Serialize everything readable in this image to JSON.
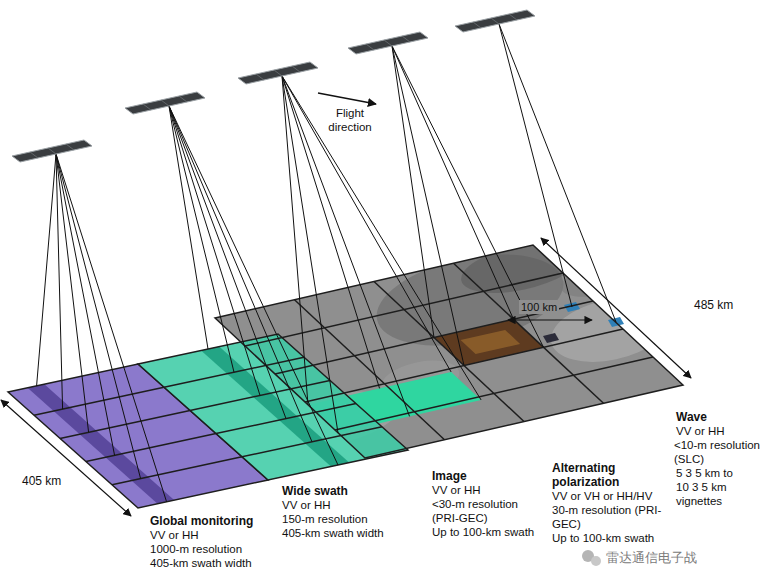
{
  "diagram": {
    "labels": [
      "Flight direction",
      "100 km",
      "485 km",
      "405 km",
      "Global monitoring",
      "VV or HH",
      "1000-m resolution",
      "405-km swath width",
      "Wide swath",
      "VV or HH",
      "150-m resolution",
      "405-km swath width",
      "Image",
      "VV or HH",
      "<30-m resolution (PRI-GEC)",
      "Up to 100-km swath",
      "Alternating polarization",
      "VV or VH or HH/HV",
      "30-m resolution (PRI-GEC)",
      "Up to 100-km swath",
      "Wave",
      "VV or HH",
      "<10-m resolution (SLC)",
      "5 3 5 km to 10 3 5 km vignettes",
      "雷达通信电子战"
    ]
  }
}
